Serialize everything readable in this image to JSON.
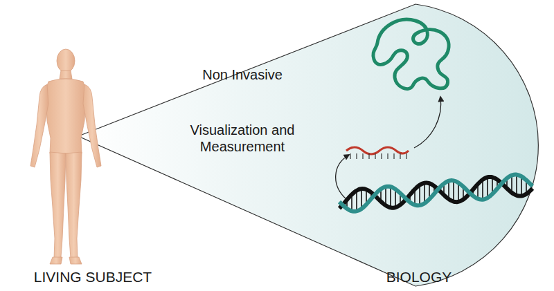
{
  "diagram": {
    "labels": [
      "Non Invasive",
      "Visualization and Measurement",
      "LIVING SUBJECT",
      "BIOLOGY"
    ]
  }
}
